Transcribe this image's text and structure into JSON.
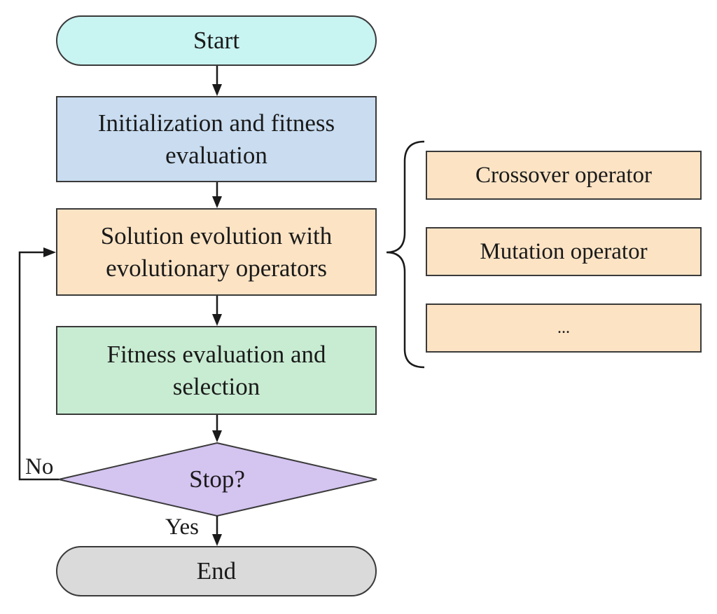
{
  "nodes": {
    "start": "Start",
    "init": "Initialization and fitness evaluation",
    "evolve": "Solution evolution with evolutionary operators",
    "select": "Fitness evaluation and selection",
    "decision": "Stop?",
    "end": "End"
  },
  "operators": [
    "Crossover operator",
    "Mutation operator",
    "..."
  ],
  "edge_labels": {
    "no": "No",
    "yes": "Yes"
  },
  "colors": {
    "start": "#c8f4f2",
    "init": "#c9dcf0",
    "evolve": "#fbe3c4",
    "select": "#c8ecd2",
    "decision": "#d4c4f0",
    "end": "#dadada",
    "operator": "#fbe3c4"
  }
}
